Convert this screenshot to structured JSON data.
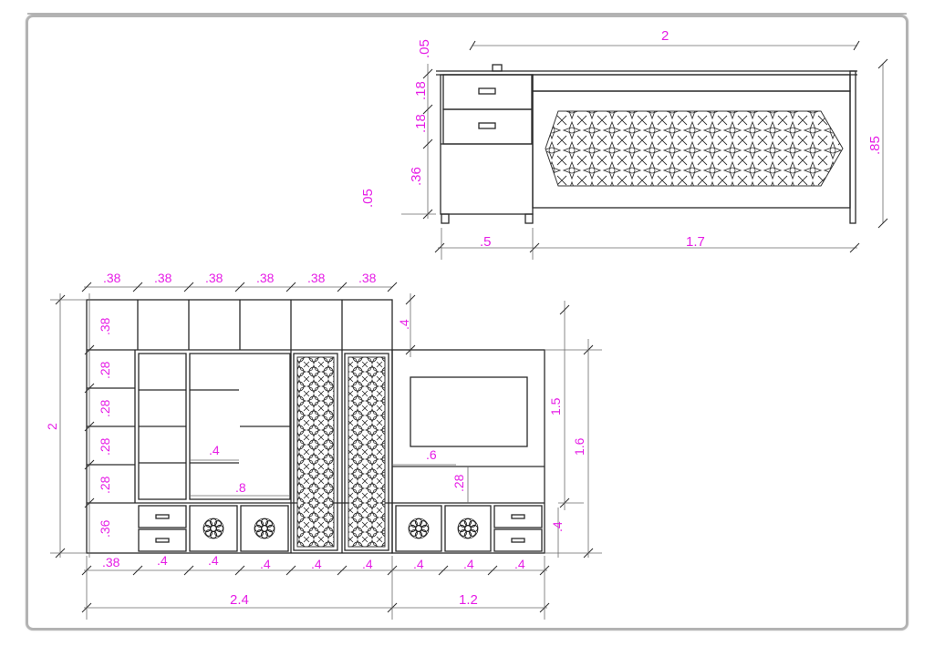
{
  "colors": {
    "dimension_text": "#e61ee6",
    "outline": "#2a2a2a",
    "frame": "#b3b3b3",
    "background": "#ffffff"
  },
  "desk": {
    "width": "2",
    "top_thickness": ".05",
    "drawer_1": ".18",
    "drawer_2": ".18",
    "cabinet": ".36",
    "base": ".05",
    "height": ".85",
    "cabinet_width": ".5",
    "desk_span": "1.7"
  },
  "wall_unit": {
    "top_cols": [
      ".38",
      ".38",
      ".38",
      ".38",
      ".38",
      ".38"
    ],
    "top_row": ".38",
    "shelves": [
      ".28",
      ".28",
      ".28",
      ".28"
    ],
    "bottom_row": ".36",
    "total_height": "2",
    "right_top": ".4",
    "shelf_depth": ".4",
    "opening": ".8",
    "tv_gap": ".6",
    "tv_shelf": ".28",
    "tv_panel_height": "1.5",
    "right_height": "1.6",
    "right_bottom": ".4",
    "bottom_cols": [
      ".38",
      ".4",
      ".4",
      ".4",
      ".4",
      ".4",
      ".4",
      ".4",
      ".4"
    ],
    "left_width": "2.4",
    "right_width": "1.2"
  }
}
